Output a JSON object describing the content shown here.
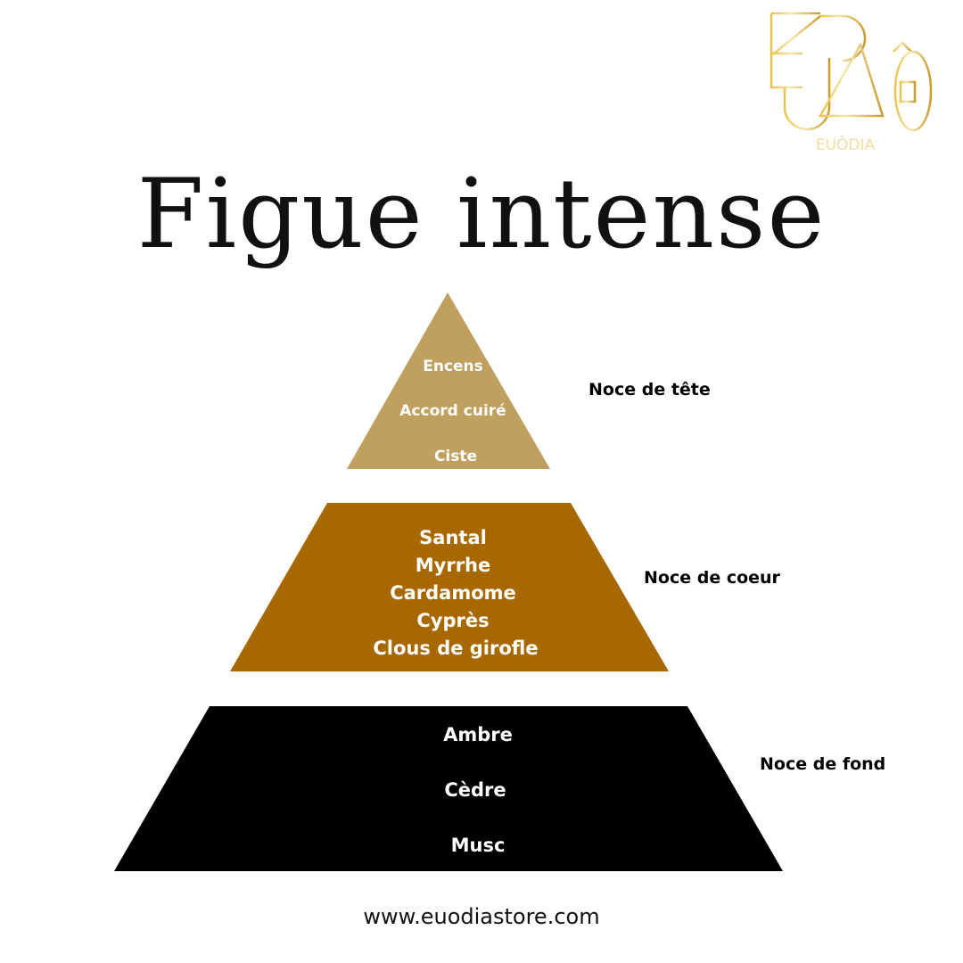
{
  "brand": {
    "logo_text": "EUÔDIA",
    "logo_color": "#E8C766"
  },
  "title": "Figue intense",
  "pyramid": {
    "top": {
      "label": "Noce de tête",
      "color": "#BFA05E",
      "notes": [
        "Encens",
        "Accord cuiré",
        "Ciste"
      ]
    },
    "middle": {
      "label": "Noce de coeur",
      "color": "#A86800",
      "notes": [
        "Santal",
        "Myrrhe",
        "Cardamome",
        "Cyprès",
        "Clous de girofle"
      ]
    },
    "bottom": {
      "label": "Noce de fond",
      "color": "#000000",
      "notes": [
        "Ambre",
        "Cèdre",
        "Musc"
      ]
    }
  },
  "footer": {
    "url": "www.euodiastore.com"
  }
}
